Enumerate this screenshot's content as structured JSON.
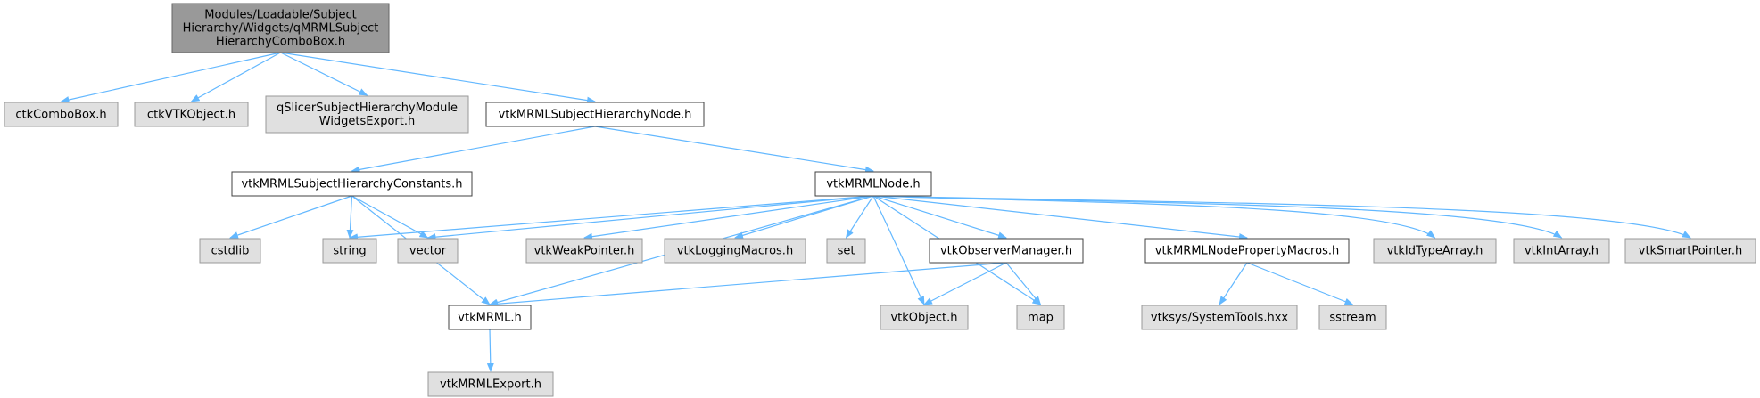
{
  "colors": {
    "edge": "#63b8ff",
    "root_fill": "#999999",
    "root_stroke": "#666666",
    "local_fill": "#ffffff",
    "local_stroke": "#404040",
    "external_fill": "#e0e0e0",
    "external_stroke": "#999999"
  },
  "nodes": [
    {
      "id": "root",
      "kind": "root",
      "lines": [
        "Modules/Loadable/Subject",
        "Hierarchy/Widgets/qMRMLSubject",
        "HierarchyComboBox.h"
      ]
    },
    {
      "id": "ctkComboBox",
      "kind": "external",
      "lines": [
        "ctkComboBox.h"
      ]
    },
    {
      "id": "ctkVTKObject",
      "kind": "external",
      "lines": [
        "ctkVTKObject.h"
      ]
    },
    {
      "id": "qSlicerExport",
      "kind": "external",
      "lines": [
        "qSlicerSubjectHierarchyModule",
        "WidgetsExport.h"
      ]
    },
    {
      "id": "shNode",
      "kind": "local",
      "lines": [
        "vtkMRMLSubjectHierarchyNode.h"
      ]
    },
    {
      "id": "shConstants",
      "kind": "local",
      "lines": [
        "vtkMRMLSubjectHierarchyConstants.h"
      ]
    },
    {
      "id": "mrmlNode",
      "kind": "local",
      "lines": [
        "vtkMRMLNode.h"
      ]
    },
    {
      "id": "cstdlib",
      "kind": "external",
      "lines": [
        "cstdlib"
      ]
    },
    {
      "id": "string",
      "kind": "external",
      "lines": [
        "string"
      ]
    },
    {
      "id": "vector",
      "kind": "external",
      "lines": [
        "vector"
      ]
    },
    {
      "id": "weakPointer",
      "kind": "external",
      "lines": [
        "vtkWeakPointer.h"
      ]
    },
    {
      "id": "loggingMacros",
      "kind": "external",
      "lines": [
        "vtkLoggingMacros.h"
      ]
    },
    {
      "id": "set",
      "kind": "external",
      "lines": [
        "set"
      ]
    },
    {
      "id": "observerManager",
      "kind": "local",
      "lines": [
        "vtkObserverManager.h"
      ]
    },
    {
      "id": "propMacros",
      "kind": "local",
      "lines": [
        "vtkMRMLNodePropertyMacros.h"
      ]
    },
    {
      "id": "idTypeArray",
      "kind": "external",
      "lines": [
        "vtkIdTypeArray.h"
      ]
    },
    {
      "id": "intArray",
      "kind": "external",
      "lines": [
        "vtkIntArray.h"
      ]
    },
    {
      "id": "smartPointer",
      "kind": "external",
      "lines": [
        "vtkSmartPointer.h"
      ]
    },
    {
      "id": "vtkMRML",
      "kind": "local",
      "lines": [
        "vtkMRML.h"
      ]
    },
    {
      "id": "vtkObject",
      "kind": "external",
      "lines": [
        "vtkObject.h"
      ]
    },
    {
      "id": "map",
      "kind": "external",
      "lines": [
        "map"
      ]
    },
    {
      "id": "systemTools",
      "kind": "external",
      "lines": [
        "vtksys/SystemTools.hxx"
      ]
    },
    {
      "id": "sstream",
      "kind": "external",
      "lines": [
        "sstream"
      ]
    },
    {
      "id": "mrmlExport",
      "kind": "external",
      "lines": [
        "vtkMRMLExport.h"
      ]
    }
  ],
  "edges": [
    [
      "root",
      "ctkComboBox"
    ],
    [
      "root",
      "ctkVTKObject"
    ],
    [
      "root",
      "qSlicerExport"
    ],
    [
      "root",
      "shNode"
    ],
    [
      "shNode",
      "shConstants"
    ],
    [
      "shNode",
      "mrmlNode"
    ],
    [
      "shConstants",
      "cstdlib"
    ],
    [
      "shConstants",
      "string"
    ],
    [
      "shConstants",
      "vector"
    ],
    [
      "shConstants",
      "vtkMRML"
    ],
    [
      "mrmlNode",
      "string"
    ],
    [
      "mrmlNode",
      "vector"
    ],
    [
      "mrmlNode",
      "weakPointer"
    ],
    [
      "mrmlNode",
      "loggingMacros"
    ],
    [
      "mrmlNode",
      "set"
    ],
    [
      "mrmlNode",
      "observerManager"
    ],
    [
      "mrmlNode",
      "propMacros"
    ],
    [
      "mrmlNode",
      "idTypeArray"
    ],
    [
      "mrmlNode",
      "intArray"
    ],
    [
      "mrmlNode",
      "smartPointer"
    ],
    [
      "mrmlNode",
      "vtkMRML"
    ],
    [
      "mrmlNode",
      "vtkObject"
    ],
    [
      "mrmlNode",
      "map"
    ],
    [
      "observerManager",
      "vtkMRML"
    ],
    [
      "observerManager",
      "vtkObject"
    ],
    [
      "observerManager",
      "map"
    ],
    [
      "propMacros",
      "systemTools"
    ],
    [
      "propMacros",
      "sstream"
    ],
    [
      "vtkMRML",
      "mrmlExport"
    ]
  ]
}
